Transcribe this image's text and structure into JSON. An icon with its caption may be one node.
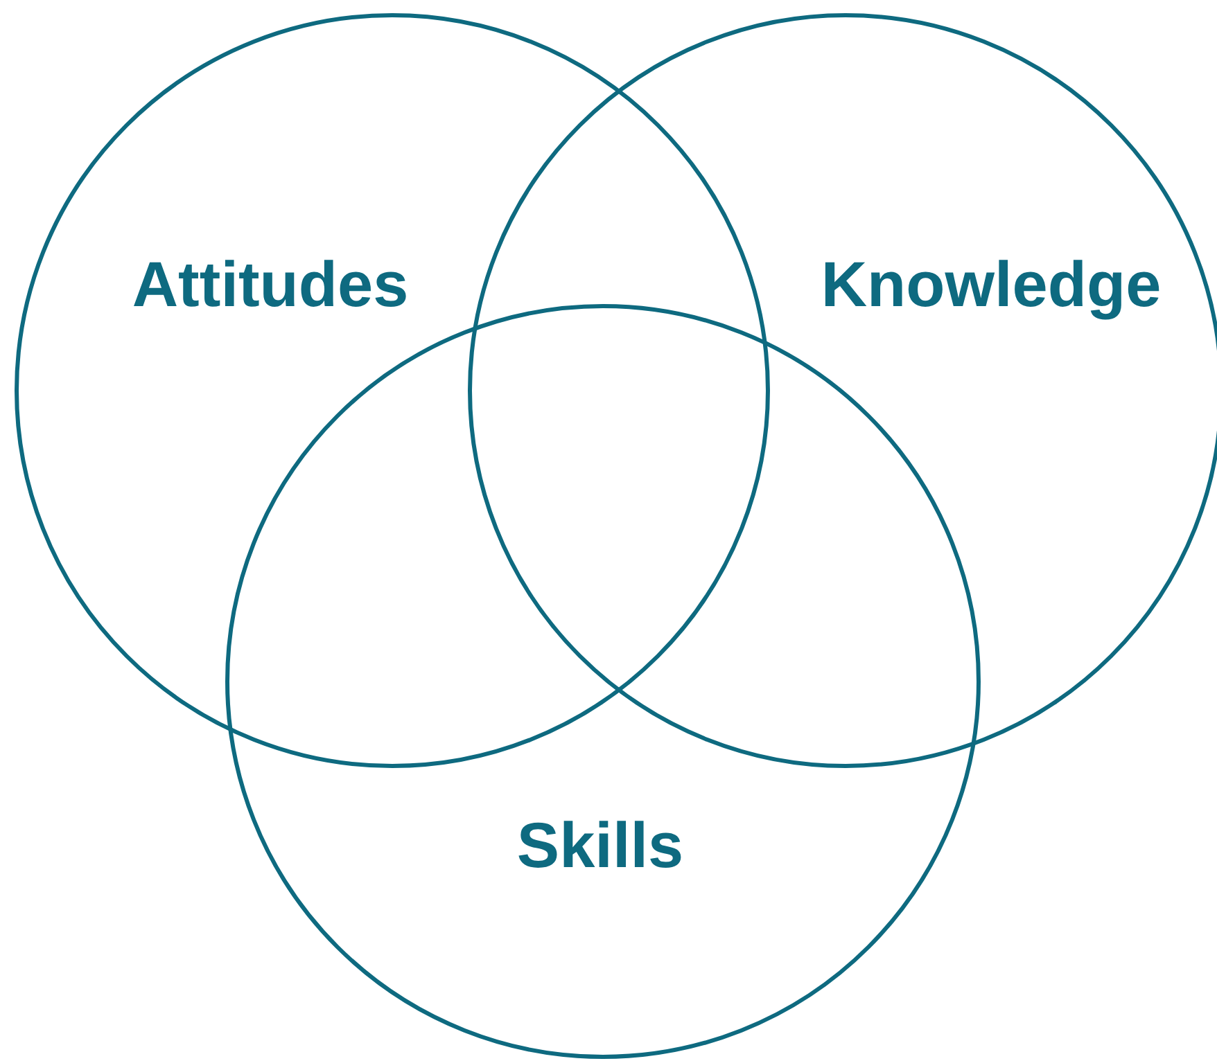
{
  "diagram": {
    "nodes": [
      {
        "text": [
          "Attitudes"
        ]
      },
      {
        "text": [
          "Knowledge"
        ]
      },
      {
        "text": [
          "Skills"
        ]
      }
    ]
  }
}
